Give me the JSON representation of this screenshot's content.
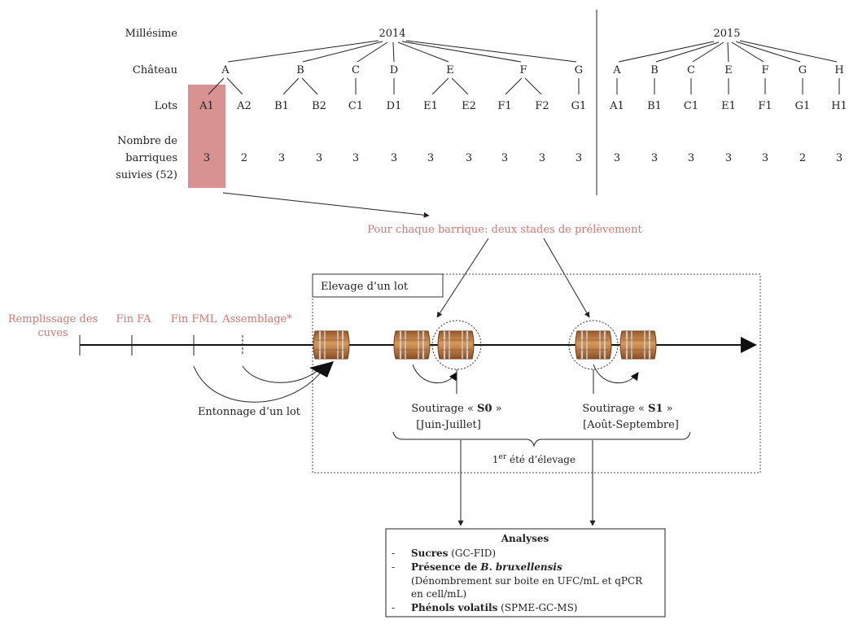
{
  "row_labels": {
    "millesime": "Millésime",
    "chateau": "Château",
    "lots": "Lots",
    "nombre_line1": "Nombre de",
    "nombre_line2": "barriques",
    "nombre_line3": "suivies (52)"
  },
  "years": [
    "2014",
    "2015"
  ],
  "chateaux_2014": [
    "A",
    "B",
    "C",
    "D",
    "E",
    "F",
    "G"
  ],
  "chateaux_2015": [
    "A",
    "B",
    "C",
    "E",
    "F",
    "G",
    "H"
  ],
  "lots_2014": [
    "A1",
    "A2",
    "B1",
    "B2",
    "C1",
    "D1",
    "E1",
    "E2",
    "F1",
    "F2",
    "G1"
  ],
  "lots_2015": [
    "A1",
    "B1",
    "C1",
    "E1",
    "F1",
    "G1",
    "H1"
  ],
  "counts_2014": [
    "3",
    "2",
    "3",
    "3",
    "3",
    "3",
    "3",
    "3",
    "3",
    "3",
    "3"
  ],
  "counts_2015": [
    "3",
    "3",
    "3",
    "3",
    "3",
    "2",
    "3"
  ],
  "sampling_title": "Pour chaque barrique: deux stades de prélèvement",
  "timeline": {
    "remplissage_line1": "Remplissage des",
    "remplissage_line2": "cuves",
    "fin_fa": "Fin FA",
    "fin_fml": "Fin FML",
    "assemblage": "Assemblage*",
    "entonnage": "Entonnage d’un lot"
  },
  "elevage_label": "Elevage d’un lot",
  "soutirage_s0": {
    "prefix": "Soutirage « ",
    "code": "S0",
    "suffix": " »",
    "period": "[Juin-Juillet]"
  },
  "soutirage_s1": {
    "prefix": "Soutirage « ",
    "code": "S1",
    "suffix": " »",
    "period": "[Août-Septembre]"
  },
  "ete": {
    "num": "1",
    "sup": "er",
    "rest": " été d’élevage"
  },
  "analyses": {
    "title": "Analyses",
    "items": [
      {
        "bold": "Sucres",
        "normal": " (GC-FID)"
      },
      {
        "bold": "Présence de ",
        "italic_bold": "B. bruxellensis",
        "sub1": "(Dénombrement sur boite en UFC/mL et qPCR",
        "sub2": "en cell/mL)"
      },
      {
        "bold": "Phénols volatils",
        "normal": " (SPME-GC-MS)"
      }
    ]
  },
  "colors": {
    "highlight": "#d89291",
    "accent_text": "#cd7872",
    "barrel_wood": "#b8733a"
  }
}
